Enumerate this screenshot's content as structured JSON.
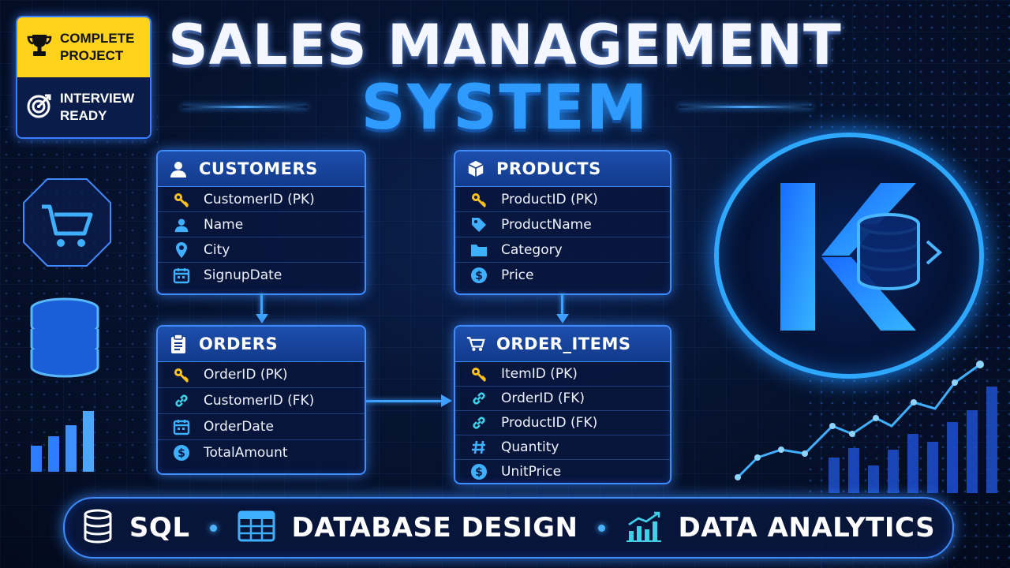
{
  "title": {
    "line1": "SALES MANAGEMENT",
    "line2": "SYSTEM"
  },
  "badge": {
    "top": [
      "COMPLETE",
      "PROJECT"
    ],
    "bottom": [
      "INTERVIEW",
      "READY"
    ]
  },
  "colors": {
    "accent": "#2f9bff",
    "key": "#ffc21c",
    "glow": "#3f8cff",
    "badge_yellow": "#ffd21c"
  },
  "tables": {
    "customers": {
      "title": "CUSTOMERS",
      "icon": "user-icon",
      "fields": [
        {
          "label": "CustomerID (PK)",
          "icon": "key-icon"
        },
        {
          "label": "Name",
          "icon": "user-icon"
        },
        {
          "label": "City",
          "icon": "location-pin-icon"
        },
        {
          "label": "SignupDate",
          "icon": "calendar-icon"
        }
      ]
    },
    "products": {
      "title": "PRODUCTS",
      "icon": "box-icon",
      "fields": [
        {
          "label": "ProductID (PK)",
          "icon": "key-icon"
        },
        {
          "label": "ProductName",
          "icon": "tag-icon"
        },
        {
          "label": "Category",
          "icon": "folder-icon"
        },
        {
          "label": "Price",
          "icon": "dollar-icon"
        }
      ]
    },
    "orders": {
      "title": "ORDERS",
      "icon": "clipboard-icon",
      "fields": [
        {
          "label": "OrderID (PK)",
          "icon": "key-icon"
        },
        {
          "label": "CustomerID (FK)",
          "icon": "link-icon"
        },
        {
          "label": "OrderDate",
          "icon": "calendar-icon"
        },
        {
          "label": "TotalAmount",
          "icon": "dollar-icon"
        }
      ]
    },
    "order_items": {
      "title": "ORDER_ITEMS",
      "icon": "cart-icon",
      "fields": [
        {
          "label": "ItemID (PK)",
          "icon": "key-icon"
        },
        {
          "label": "OrderID (FK)",
          "icon": "link-icon"
        },
        {
          "label": "ProductID (FK)",
          "icon": "link-icon"
        },
        {
          "label": "Quantity",
          "icon": "hash-icon"
        },
        {
          "label": "UnitPrice",
          "icon": "dollar-icon"
        }
      ]
    }
  },
  "bottom_bar": {
    "items": [
      {
        "label": "SQL",
        "icon": "database-icon"
      },
      {
        "label": "DATABASE DESIGN",
        "icon": "table-grid-icon"
      },
      {
        "label": "DATA ANALYTICS",
        "icon": "analytics-chart-icon"
      }
    ]
  },
  "logo": {
    "icon": "k-database-logo-icon"
  }
}
